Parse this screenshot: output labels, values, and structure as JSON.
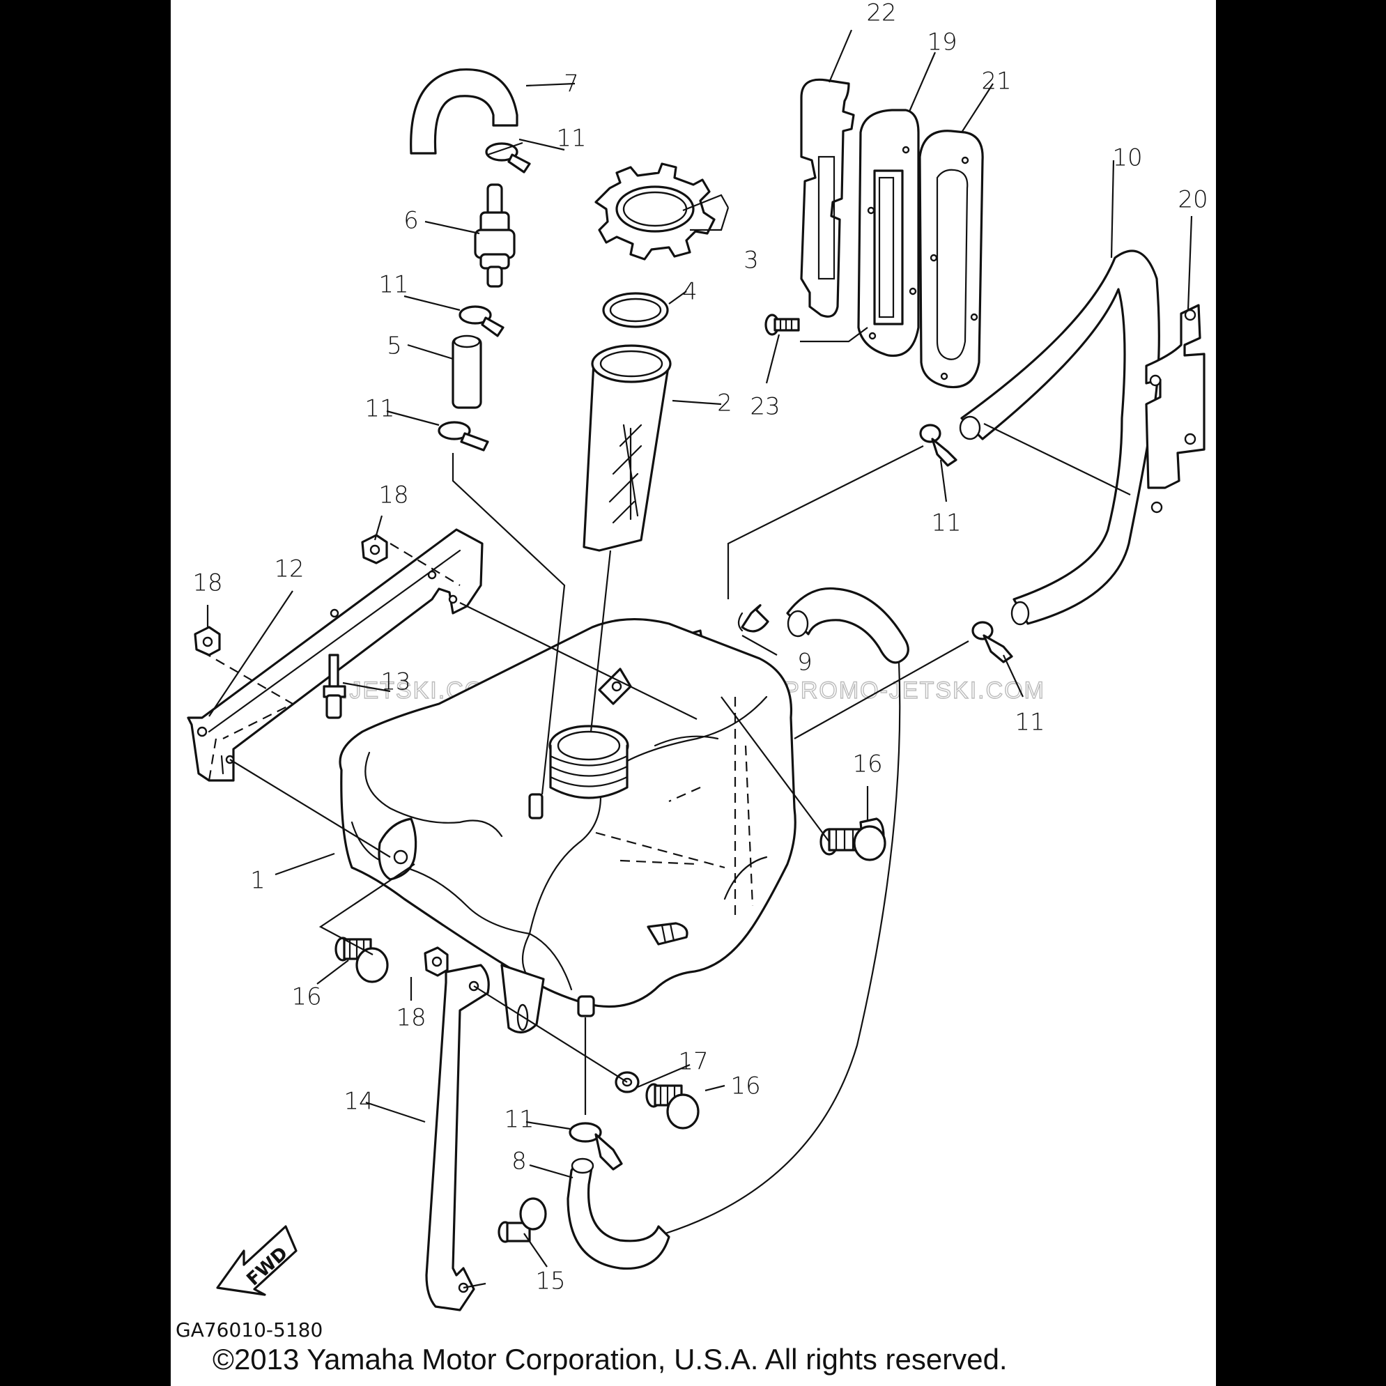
{
  "diagram_code": "GA76010-5180",
  "copyright": "©2013 Yamaha Motor Corporation, U.S.A. All rights reserved.",
  "watermark": ".JETSKI.COM   PROMO-JETSKI.COM   PROMO-JETSKI.COM",
  "fwd_label": "FWD",
  "callouts": {
    "c1": "1",
    "c2": "2",
    "c3": "3",
    "c4": "4",
    "c5": "5",
    "c6": "6",
    "c7": "7",
    "c8": "8",
    "c9": "9",
    "c10": "10",
    "c11a": "11",
    "c11b": "11",
    "c11c": "11",
    "c11d": "11",
    "c11e": "11",
    "c11f": "11",
    "c12": "12",
    "c13": "13",
    "c14": "14",
    "c15": "15",
    "c16a": "16",
    "c16b": "16",
    "c16c": "16",
    "c17": "17",
    "c18a": "18",
    "c18b": "18",
    "c18c": "18",
    "c19": "19",
    "c20": "20",
    "c21": "21",
    "c22": "22",
    "c23": "23"
  }
}
